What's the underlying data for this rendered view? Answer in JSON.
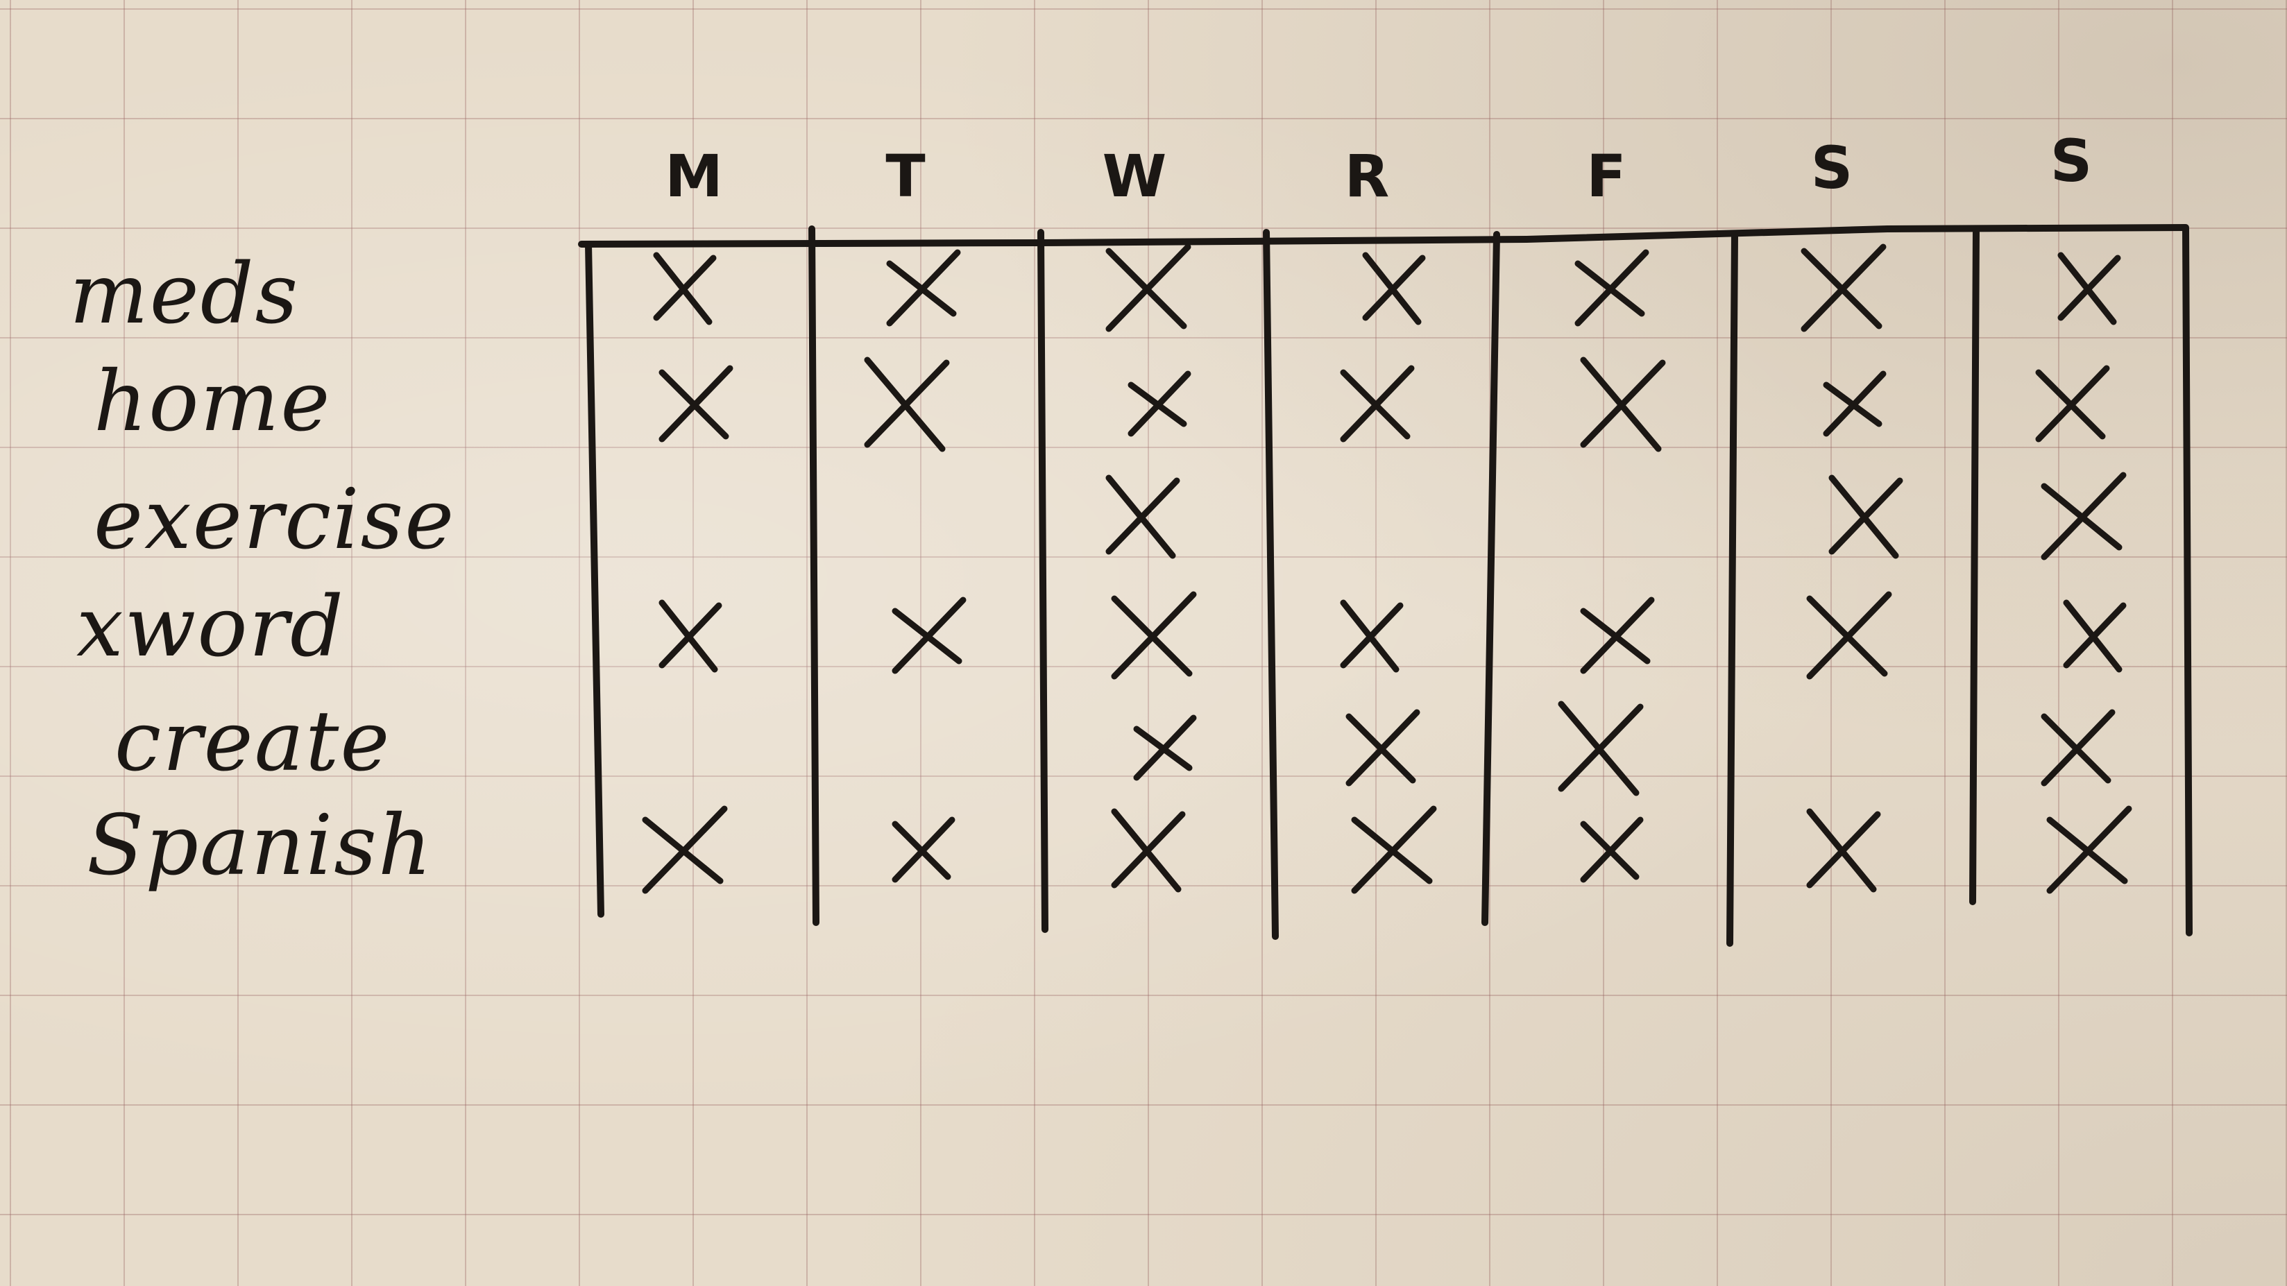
{
  "days": [
    "M",
    "T",
    "W",
    "R",
    "F",
    "S",
    "S"
  ],
  "habits": [
    {
      "label": "meds",
      "checks": [
        true,
        true,
        true,
        true,
        true,
        true,
        true
      ]
    },
    {
      "label": "home",
      "checks": [
        true,
        true,
        true,
        true,
        true,
        true,
        true
      ]
    },
    {
      "label": "exercise",
      "checks": [
        false,
        false,
        true,
        false,
        false,
        true,
        true
      ]
    },
    {
      "label": "xword",
      "checks": [
        true,
        true,
        true,
        true,
        true,
        true,
        true
      ]
    },
    {
      "label": "create",
      "checks": [
        false,
        false,
        true,
        true,
        true,
        false,
        true
      ]
    },
    {
      "label": "Spanish",
      "checks": [
        true,
        true,
        true,
        true,
        true,
        true,
        true
      ]
    }
  ],
  "ink_color": "#1b1714"
}
